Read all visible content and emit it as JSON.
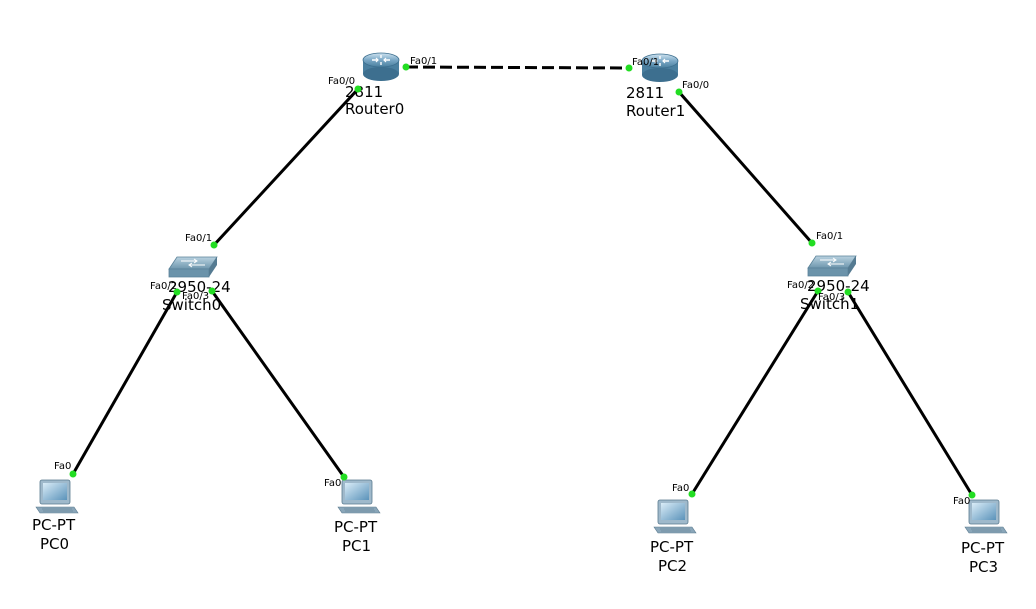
{
  "devices": {
    "router0": {
      "model": "2811",
      "name": "Router0"
    },
    "router1": {
      "model": "2811",
      "name": "Router1"
    },
    "switch0": {
      "model": "2950-24",
      "name": "Switch0"
    },
    "switch1": {
      "model": "2950-24",
      "name": "Switch1"
    },
    "pc0": {
      "model": "PC-PT",
      "name": "PC0"
    },
    "pc1": {
      "model": "PC-PT",
      "name": "PC1"
    },
    "pc2": {
      "model": "PC-PT",
      "name": "PC2"
    },
    "pc3": {
      "model": "PC-PT",
      "name": "PC3"
    }
  },
  "links": [
    {
      "from": "router0",
      "from_port": "Fa0/1",
      "to": "router1",
      "to_port": "Fa0/1",
      "style": "dashed"
    },
    {
      "from": "router0",
      "from_port": "Fa0/0",
      "to": "switch0",
      "to_port": "Fa0/1",
      "style": "solid"
    },
    {
      "from": "router1",
      "from_port": "Fa0/0",
      "to": "switch1",
      "to_port": "Fa0/1",
      "style": "solid"
    },
    {
      "from": "switch0",
      "from_port": "Fa0/2",
      "to": "pc0",
      "to_port": "Fa0",
      "style": "solid"
    },
    {
      "from": "switch0",
      "from_port": "Fa0/3",
      "to": "pc1",
      "to_port": "Fa0",
      "style": "solid"
    },
    {
      "from": "switch1",
      "from_port": "Fa0/2",
      "to": "pc2",
      "to_port": "Fa0",
      "style": "solid"
    },
    {
      "from": "switch1",
      "from_port": "Fa0/3",
      "to": "pc3",
      "to_port": "Fa0",
      "style": "solid"
    }
  ],
  "colors": {
    "link": "#000000",
    "port_indicator": "#22dd22",
    "router_body": "#6f9fbf",
    "switch_body": "#7fa6bc",
    "pc_screen": "#5a8fb5"
  }
}
